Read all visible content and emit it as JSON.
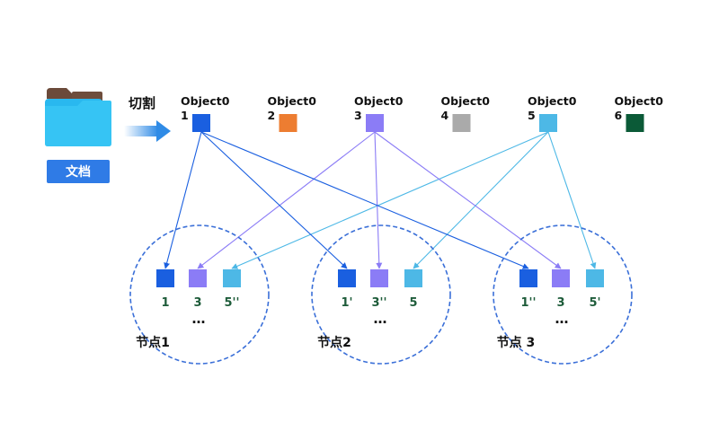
{
  "document": {
    "label": "文档",
    "folder_icon": "folder-icon",
    "color": "#2f7be6"
  },
  "split": {
    "label": "切割",
    "arrow_icon": "arrow-right-icon"
  },
  "objects": [
    {
      "id": "o1",
      "label_line1": "Object0",
      "label_line2": "1",
      "color": "#1a5fe0"
    },
    {
      "id": "o2",
      "label_line1": "Object0",
      "label_line2": "2",
      "color": "#ed7d31"
    },
    {
      "id": "o3",
      "label_line1": "Object0",
      "label_line2": "3",
      "color": "#8b7cf6"
    },
    {
      "id": "o4",
      "label_line1": "Object0",
      "label_line2": "4",
      "color": "#aaaaaa"
    },
    {
      "id": "o5",
      "label_line1": "Object0",
      "label_line2": "5",
      "color": "#4db8e6"
    },
    {
      "id": "o6",
      "label_line1": "Object0",
      "label_line2": "6",
      "color": "#0b5a37"
    }
  ],
  "nodes": [
    {
      "label": "节点1",
      "replicas": [
        {
          "label": "1",
          "source": "o1"
        },
        {
          "label": "3",
          "source": "o3"
        },
        {
          "label": "5''",
          "source": "o5"
        }
      ],
      "ellipsis": "…"
    },
    {
      "label": "节点2",
      "replicas": [
        {
          "label": "1'",
          "source": "o1"
        },
        {
          "label": "3''",
          "source": "o3"
        },
        {
          "label": "5",
          "source": "o5"
        }
      ],
      "ellipsis": "…"
    },
    {
      "label": "节点 3",
      "replicas": [
        {
          "label": "1''",
          "source": "o1"
        },
        {
          "label": "3",
          "source": "o3"
        },
        {
          "label": "5'",
          "source": "o5"
        }
      ],
      "ellipsis": "…"
    }
  ],
  "colors": {
    "circle_border": "#3a6fd8",
    "label_green": "#1e5c3a"
  }
}
